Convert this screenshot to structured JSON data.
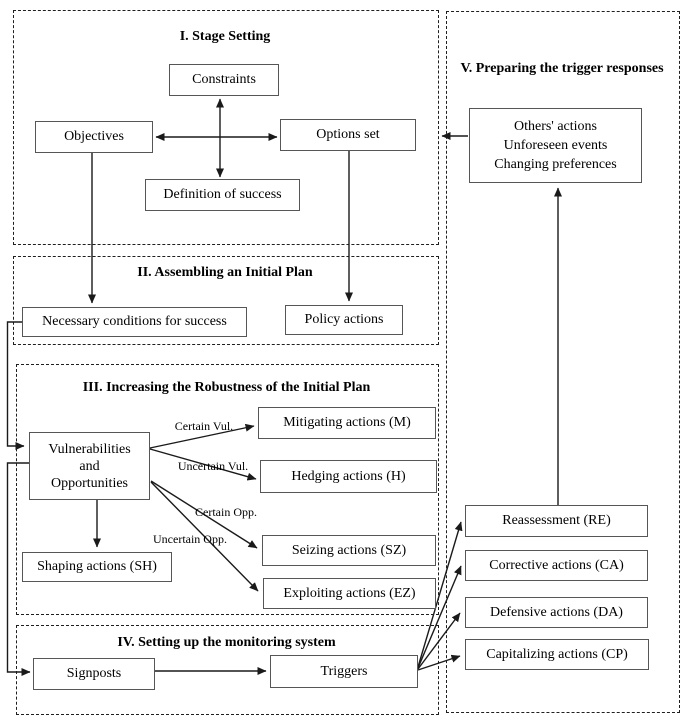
{
  "diagram": {
    "sections": {
      "stage_setting": {
        "title": "I. Stage Setting"
      },
      "initial_plan": {
        "title": "II. Assembling an Initial Plan"
      },
      "robustness": {
        "title": "III. Increasing the Robustness of the Initial Plan"
      },
      "monitoring": {
        "title": "IV. Setting up the monitoring system"
      },
      "trigger_responses": {
        "title": "V. Preparing the trigger responses"
      }
    },
    "nodes": {
      "constraints": "Constraints",
      "objectives": "Objectives",
      "options_set": "Options set",
      "definition_of_success": "Definition of success",
      "necessary_conditions": "Necessary conditions for success",
      "policy_actions": "Policy actions",
      "vulnerabilities": {
        "lines": [
          "Vulnerabilities",
          "and",
          "Opportunities"
        ]
      },
      "mitigating_actions": "Mitigating actions (M)",
      "hedging_actions": "Hedging actions (H)",
      "seizing_actions": "Seizing actions (SZ)",
      "exploiting_actions": "Exploiting actions (EZ)",
      "shaping_actions": "Shaping actions (SH)",
      "signposts": "Signposts",
      "triggers": "Triggers",
      "trigger_events": {
        "lines": [
          "Others' actions",
          "Unforeseen events",
          "Changing preferences"
        ]
      },
      "reassessment": "Reassessment (RE)",
      "corrective_actions": "Corrective actions (CA)",
      "defensive_actions": "Defensive actions (DA)",
      "capitalizing_actions": "Capitalizing actions (CP)"
    },
    "edge_labels": {
      "certain_vul": "Certain Vul.",
      "uncertain_vul": "Uncertain Vul.",
      "certain_opp": "Certain Opp.",
      "uncertain_opp": "Uncertain Opp."
    },
    "colors": {
      "background": "#ffffff",
      "text": "#000000",
      "box_border": "#565656",
      "dashed_border": "#1f1f1f",
      "arrow": "#1a1a1a"
    }
  }
}
